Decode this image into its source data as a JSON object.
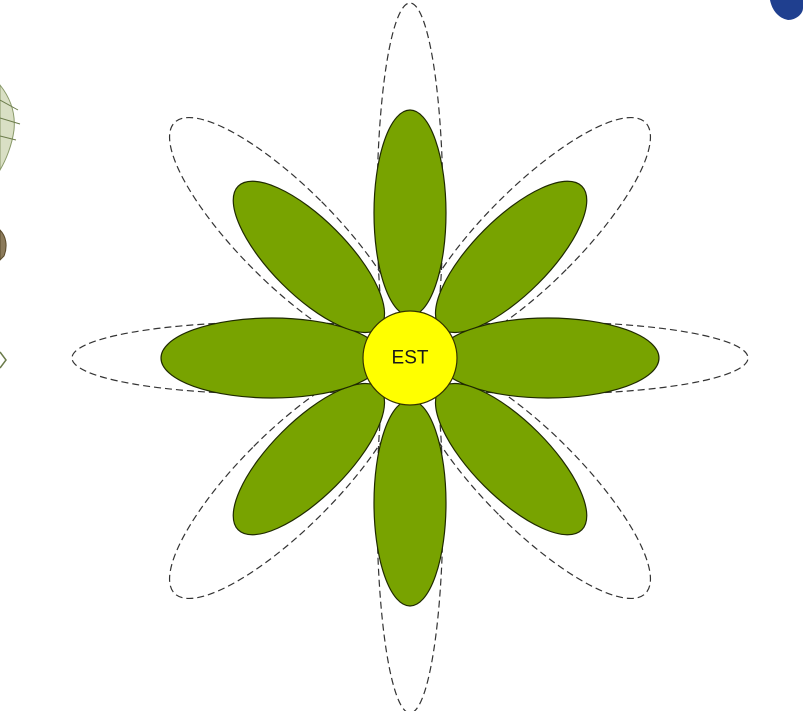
{
  "center": {
    "label": "EST"
  },
  "colors": {
    "petal_fill": "#78a300",
    "petal_stroke": "#1f2a00",
    "outline_stroke": "#333333",
    "center_fill": "#ffff00",
    "center_stroke": "#333300",
    "accent_edge": "#1f3f8f",
    "plant_edge": "#8a9a6a"
  },
  "petals": [
    {
      "id": "north",
      "angle_deg": 0,
      "has_outline": true
    },
    {
      "id": "north-east",
      "angle_deg": 45,
      "has_outline": true
    },
    {
      "id": "east",
      "angle_deg": 90,
      "has_outline": true
    },
    {
      "id": "south-east",
      "angle_deg": 135,
      "has_outline": true
    },
    {
      "id": "south",
      "angle_deg": 180,
      "has_outline": true
    },
    {
      "id": "south-west",
      "angle_deg": 225,
      "has_outline": true
    },
    {
      "id": "west",
      "angle_deg": 270,
      "has_outline": true
    },
    {
      "id": "north-west",
      "angle_deg": 315,
      "has_outline": true
    }
  ]
}
